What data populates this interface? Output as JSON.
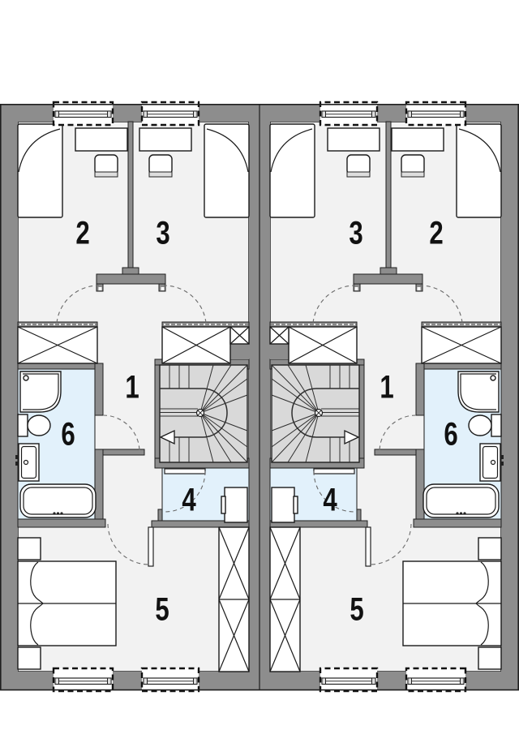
{
  "plan": {
    "type": "duplex-floor-plan",
    "room_labels": {
      "r1": "1",
      "r2": "2",
      "r3": "3",
      "r4": "4",
      "r5": "5",
      "r6": "6"
    },
    "units": {
      "left": {
        "rooms": [
          "1",
          "2",
          "3",
          "4",
          "5",
          "6"
        ]
      },
      "right": {
        "rooms": [
          "1",
          "2",
          "3",
          "4",
          "5",
          "6"
        ]
      }
    },
    "fixtures": [
      "bed",
      "desk",
      "chair",
      "wardrobe",
      "shower",
      "toilet",
      "sink",
      "bathtub",
      "washing-machine",
      "staircase",
      "window",
      "door"
    ],
    "colors": {
      "background": "#ffffff",
      "wall": "#8d8d8d",
      "floor": "#f2f2f2",
      "stairs": "#d9d9d9",
      "wet_room": "#e2f1fb",
      "line": "#1f1f1f"
    }
  }
}
